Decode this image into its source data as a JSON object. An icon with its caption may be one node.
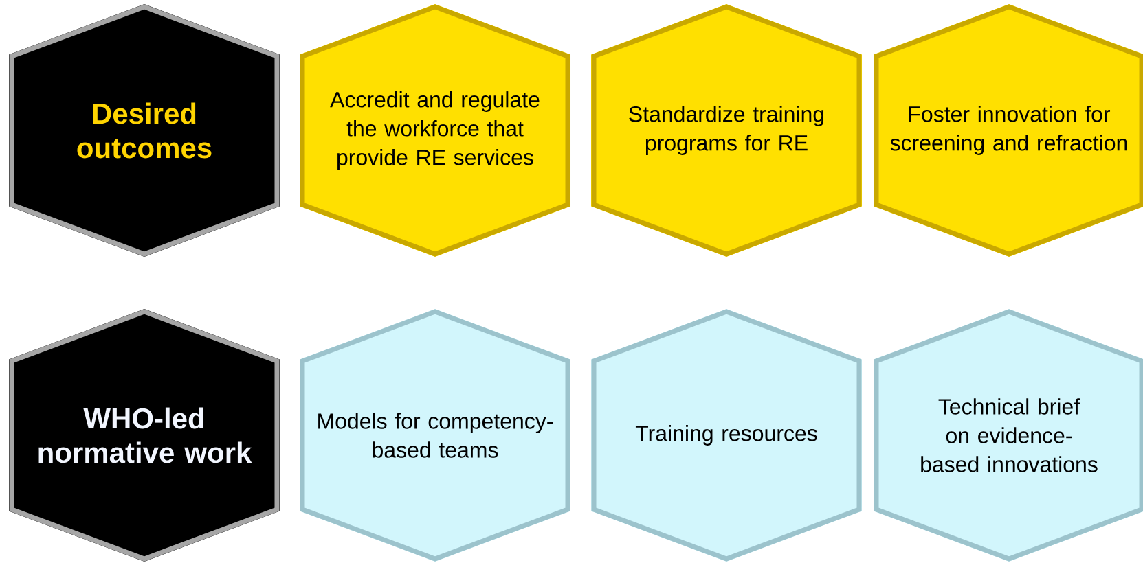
{
  "diagram": {
    "nodes": [
      {
        "text": [
          "Desired outcomes"
        ]
      },
      {
        "text": [
          "Accredit and regulate the workforce that provide RE services"
        ]
      },
      {
        "text": [
          "Standardize training programs for RE"
        ]
      },
      {
        "text": [
          "Foster innovation for screening and refraction"
        ]
      },
      {
        "text": [
          "WHO-led normative work"
        ]
      },
      {
        "text": [
          "Models for competency-based teams"
        ]
      },
      {
        "text": [
          "Training resources"
        ]
      },
      {
        "text": [
          "Technical brief on evidence-based innovations"
        ]
      }
    ]
  }
}
